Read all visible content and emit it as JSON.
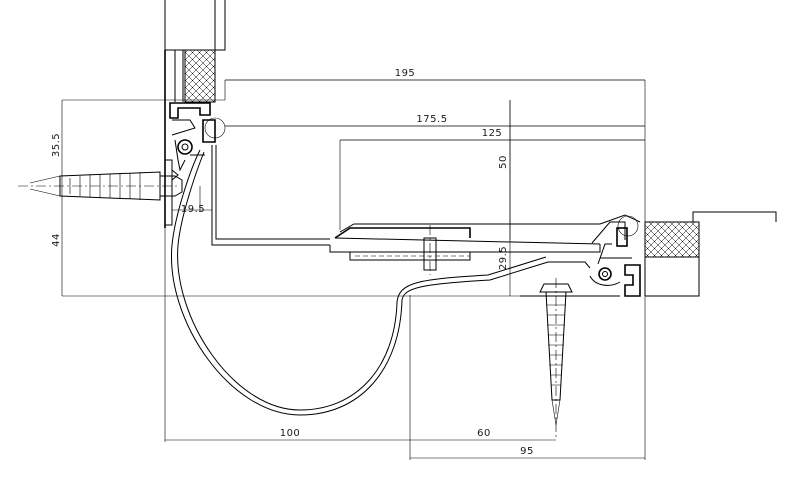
{
  "dimensions": {
    "d195": "195",
    "d175_5": "175.5",
    "d125": "125",
    "d50": "50",
    "d35_5": "35.5",
    "d44": "44",
    "d19_5": "19.5",
    "d29_5": "29.5",
    "d100": "100",
    "d60": "60",
    "d95": "95"
  }
}
